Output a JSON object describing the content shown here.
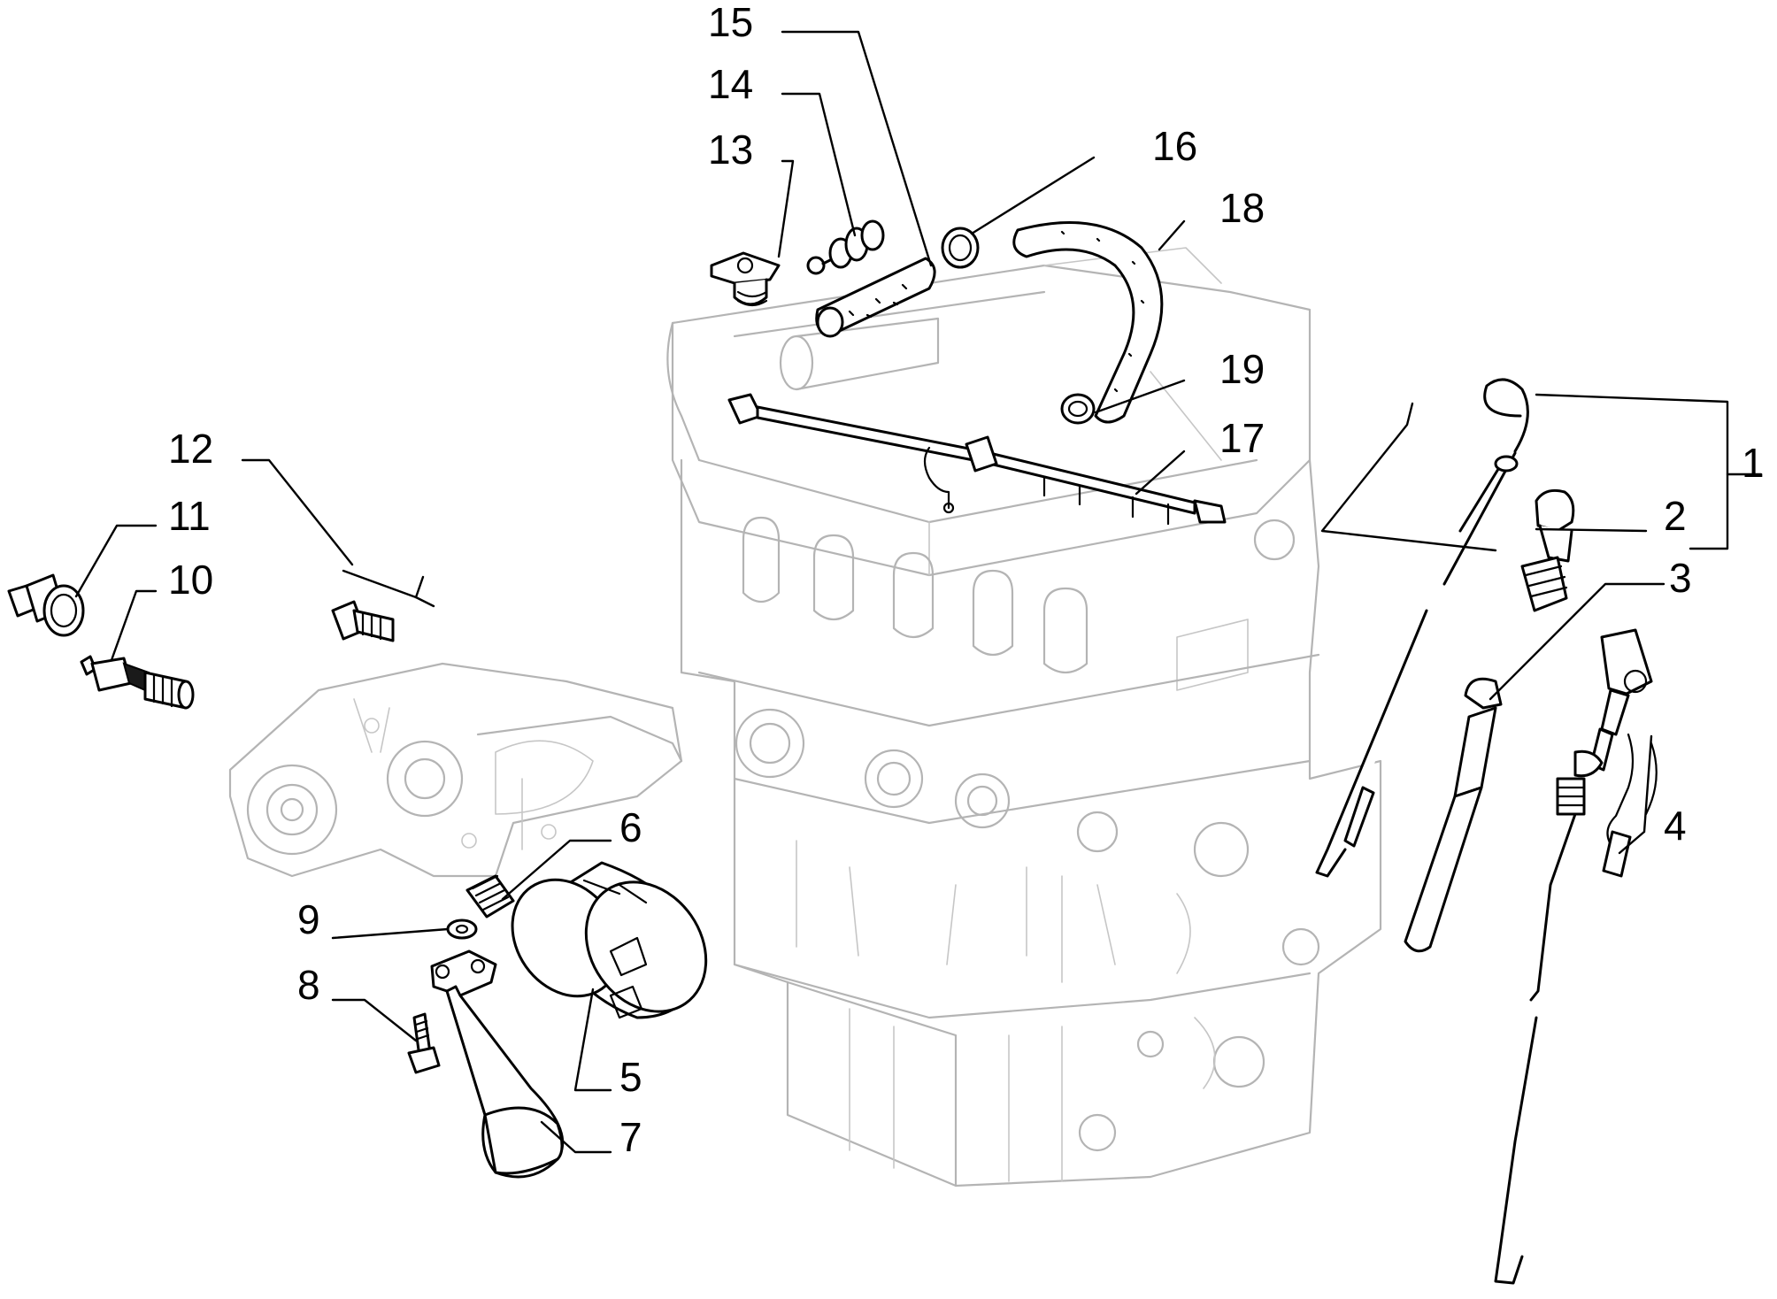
{
  "diagram": {
    "callouts": [
      {
        "id": "1",
        "label": "1"
      },
      {
        "id": "2",
        "label": "2"
      },
      {
        "id": "3",
        "label": "3"
      },
      {
        "id": "4",
        "label": "4"
      },
      {
        "id": "5",
        "label": "5"
      },
      {
        "id": "6",
        "label": "6"
      },
      {
        "id": "7",
        "label": "7"
      },
      {
        "id": "8",
        "label": "8"
      },
      {
        "id": "9",
        "label": "9"
      },
      {
        "id": "10",
        "label": "10"
      },
      {
        "id": "11",
        "label": "11"
      },
      {
        "id": "12",
        "label": "12"
      },
      {
        "id": "13",
        "label": "13"
      },
      {
        "id": "14",
        "label": "14"
      },
      {
        "id": "15",
        "label": "15"
      },
      {
        "id": "16",
        "label": "16"
      },
      {
        "id": "17",
        "label": "17"
      },
      {
        "id": "18",
        "label": "18"
      },
      {
        "id": "19",
        "label": "19"
      }
    ],
    "colors": {
      "part_stroke": "#000000",
      "background_engine": "#b4b4b4",
      "background": "#ffffff"
    }
  }
}
